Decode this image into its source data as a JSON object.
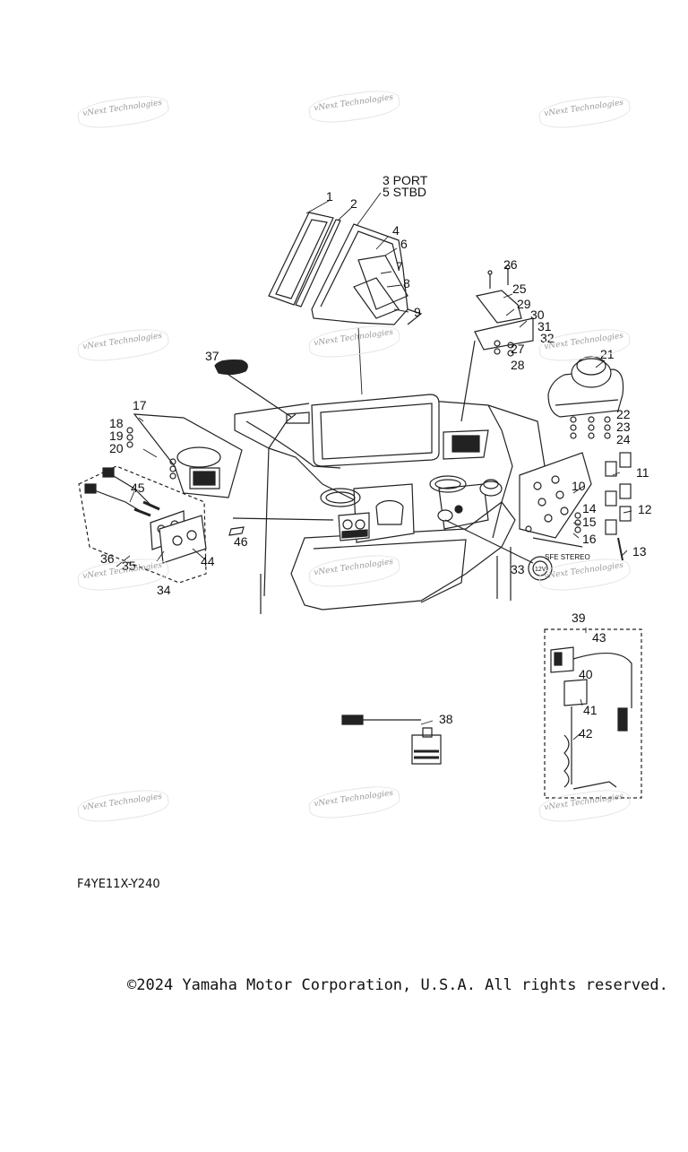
{
  "watermark_text": "vNext Technologies",
  "diagram_code": "F4YE11X-Y240",
  "copyright": "©2024 Yamaha Motor Corporation, U.S.A. All rights reserved.",
  "callouts": [
    {
      "id": "c1",
      "text": "1"
    },
    {
      "id": "c2",
      "text": "2"
    },
    {
      "id": "c3",
      "text": "3 PORT"
    },
    {
      "id": "c5",
      "text": "5 STBD"
    },
    {
      "id": "c4",
      "text": "4"
    },
    {
      "id": "c6",
      "text": "6"
    },
    {
      "id": "c7",
      "text": "7"
    },
    {
      "id": "c8",
      "text": "8"
    },
    {
      "id": "c9",
      "text": "9"
    },
    {
      "id": "c10",
      "text": "10"
    },
    {
      "id": "c11",
      "text": "11"
    },
    {
      "id": "c12",
      "text": "12"
    },
    {
      "id": "c13",
      "text": "13"
    },
    {
      "id": "c14",
      "text": "14"
    },
    {
      "id": "c15",
      "text": "15"
    },
    {
      "id": "c16",
      "text": "16"
    },
    {
      "id": "c17",
      "text": "17"
    },
    {
      "id": "c18",
      "text": "18"
    },
    {
      "id": "c19",
      "text": "19"
    },
    {
      "id": "c20",
      "text": "20"
    },
    {
      "id": "c21",
      "text": "21"
    },
    {
      "id": "c22",
      "text": "22"
    },
    {
      "id": "c23",
      "text": "23"
    },
    {
      "id": "c24",
      "text": "24"
    },
    {
      "id": "c25",
      "text": "25"
    },
    {
      "id": "c26",
      "text": "26"
    },
    {
      "id": "c27",
      "text": "27"
    },
    {
      "id": "c28",
      "text": "28"
    },
    {
      "id": "c29",
      "text": "29"
    },
    {
      "id": "c30",
      "text": "30"
    },
    {
      "id": "c31",
      "text": "31"
    },
    {
      "id": "c32",
      "text": "32"
    },
    {
      "id": "c33",
      "text": "33"
    },
    {
      "id": "c34",
      "text": "34"
    },
    {
      "id": "c35",
      "text": "35"
    },
    {
      "id": "c36",
      "text": "36"
    },
    {
      "id": "c37",
      "text": "37"
    },
    {
      "id": "c38",
      "text": "38"
    },
    {
      "id": "c39",
      "text": "39"
    },
    {
      "id": "c40",
      "text": "40"
    },
    {
      "id": "c41",
      "text": "41"
    },
    {
      "id": "c42",
      "text": "42"
    },
    {
      "id": "c43",
      "text": "43"
    },
    {
      "id": "c44",
      "text": "44"
    },
    {
      "id": "c45",
      "text": "45"
    },
    {
      "id": "c46",
      "text": "46"
    }
  ],
  "panel_label": "SFE STEREO",
  "socket_label": "12V"
}
